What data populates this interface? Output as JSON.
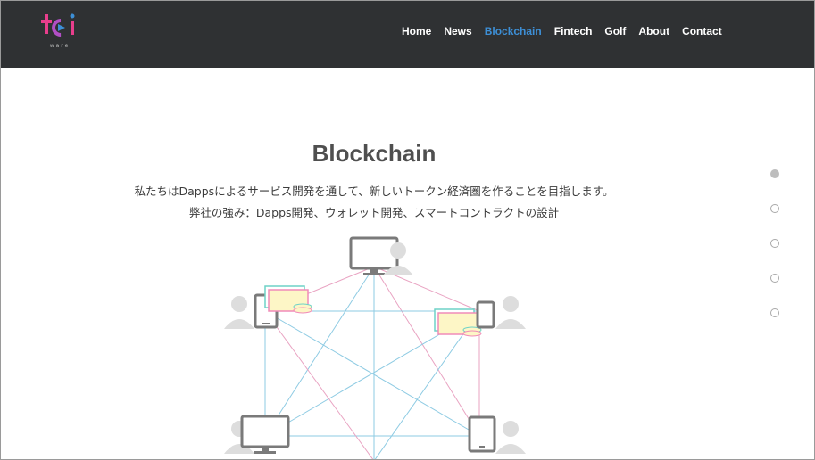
{
  "header": {
    "logo": {
      "text": "tci",
      "subtext": "ware",
      "colors": [
        "#e83e8c",
        "#3d8fd6"
      ]
    },
    "nav": [
      {
        "label": "Home",
        "active": false
      },
      {
        "label": "News",
        "active": false
      },
      {
        "label": "Blockchain",
        "active": true
      },
      {
        "label": "Fintech",
        "active": false
      },
      {
        "label": "Golf",
        "active": false
      },
      {
        "label": "About",
        "active": false
      },
      {
        "label": "Contact",
        "active": false
      }
    ]
  },
  "main": {
    "title": "Blockchain",
    "description_line1": "私たちはDappsによるサービス開発を通して、新しいトークン経済圏を作ることを目指します。",
    "description_line2": "弊社の強み：Dapps開発、ウォレット開発、スマートコントラクトの設計"
  },
  "pagination": {
    "count": 5,
    "active_index": 0
  },
  "illustration": {
    "line_colors": [
      "#8ecbe3",
      "#e9a3c2"
    ],
    "node_color": "#dddddd",
    "device_color": "#7a7a7a"
  }
}
